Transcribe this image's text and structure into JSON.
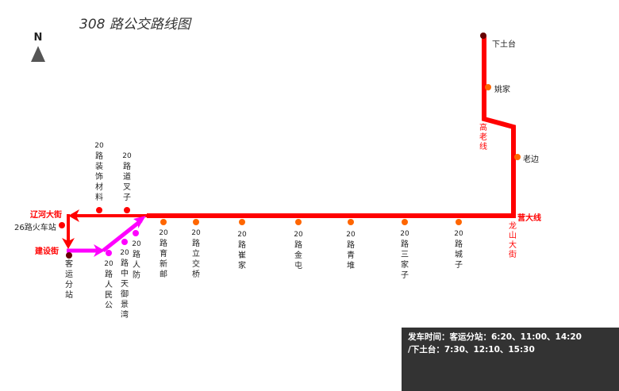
{
  "title": "308 路公交路线图",
  "compass": "N",
  "colors": {
    "route": "#ff0000",
    "branch": "#ff00ff",
    "stop": "#ff6600",
    "terminal": "#660000"
  },
  "roads": {
    "liaohe": "辽河大街",
    "jianshe": "建设街",
    "gaolao": "高老线",
    "ying_da": "营大线",
    "longshan": "龙山大街"
  },
  "stops": {
    "xiatutai": "下土台",
    "yaojia": "姚家",
    "laobian": "老边",
    "huochezhan": "26路火车站",
    "keyun": "客运分站",
    "zhuangshi": "路装饰材料",
    "daochazi": "路道叉子",
    "renmin": "路人民公",
    "zhongtian": "路中天御景湾",
    "renfang": "路人防",
    "yuxin": "路育新邮",
    "lijiao": "路立交桥",
    "cuijia": "路崔家",
    "jintun": "路金屯",
    "qingdui": "路青堆",
    "sanjiazi": "路三家子",
    "chengzi": "路城子"
  },
  "route_prefix": "20",
  "schedule": {
    "line1": "发车时间：客运分站：6:20、11:00、14:20",
    "line2": "/下土台：7:30、12:10、15:30"
  }
}
